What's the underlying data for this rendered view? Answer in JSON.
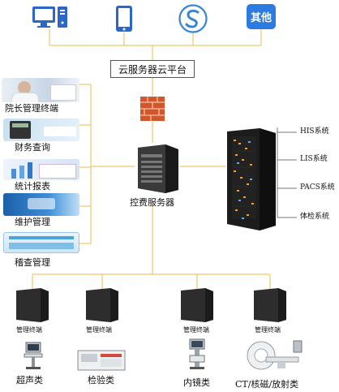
{
  "top_devices": [
    {
      "name": "desktop-computer-icon",
      "color": "#2c66c7"
    },
    {
      "name": "tablet-icon",
      "color": "#2c66c7"
    },
    {
      "name": "s-logo-icon",
      "color": "#3a84d2"
    },
    {
      "name": "other-icon",
      "label": "其他",
      "color": "#2c7be0"
    }
  ],
  "cloud_platform": {
    "label": "云服务器云平台"
  },
  "firewall": {
    "name": "firewall-icon"
  },
  "control_server": {
    "label": "控费服务器"
  },
  "left_modules": [
    {
      "label": "院长管理终端"
    },
    {
      "label": "财务查询"
    },
    {
      "label": "统计报表"
    },
    {
      "label": "维护管理"
    },
    {
      "label": "稽查管理"
    }
  ],
  "right_systems": [
    {
      "label": "HIS系统"
    },
    {
      "label": "LIS系统"
    },
    {
      "label": "PACS系统"
    },
    {
      "label": "体检系统"
    }
  ],
  "terminals": [
    {
      "terminal_label": "管理终端",
      "device_label": "超声类"
    },
    {
      "terminal_label": "管理终端",
      "device_label": "检验类"
    },
    {
      "terminal_label": "管理终端",
      "device_label": "内镜类"
    },
    {
      "terminal_label": "管理终端",
      "device_label": "CT/核磁/放射类"
    }
  ],
  "colors": {
    "line": "#f0c66a",
    "rack": "#1c1c1c",
    "rack_light": "#e8a040"
  }
}
